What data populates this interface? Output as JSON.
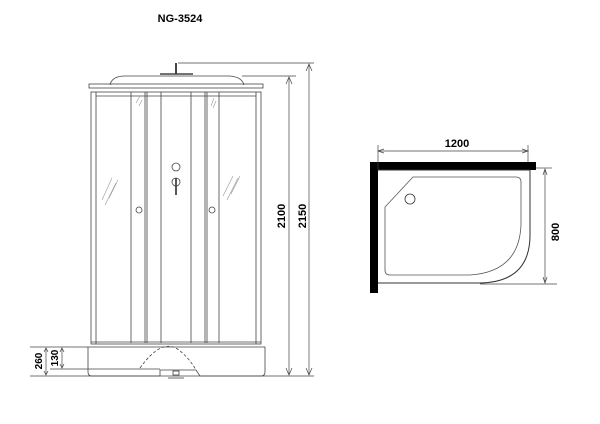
{
  "title": "NG-3524",
  "front_view": {
    "dimensions": {
      "total_height": "2150",
      "cabin_height": "2100",
      "base_height": "260",
      "tray_height": "130"
    }
  },
  "plan_view": {
    "dimensions": {
      "width": "1200",
      "depth": "800"
    }
  }
}
